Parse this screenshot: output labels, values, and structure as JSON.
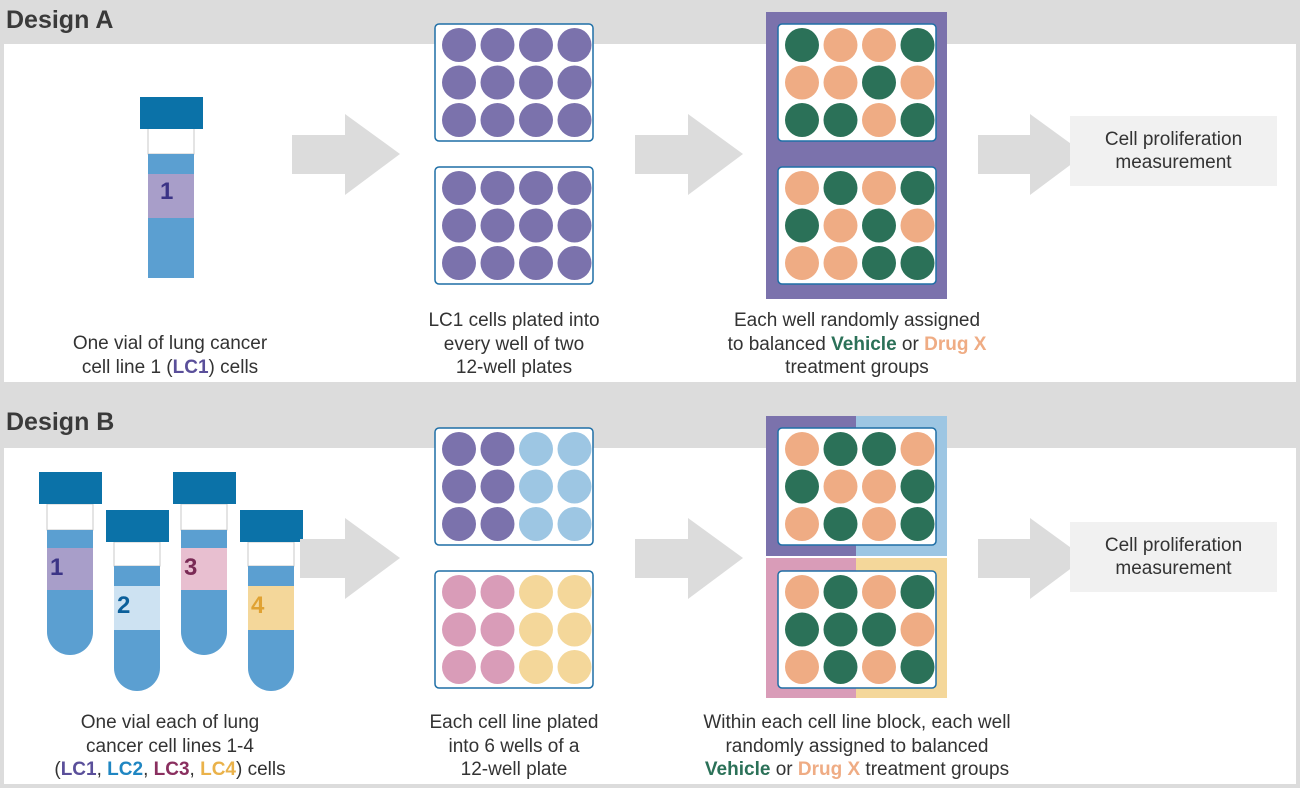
{
  "design_a": {
    "title": "Design A",
    "caption_vial_l1": "One vial of lung cancer",
    "caption_vial_l2_pre": "cell line 1 (",
    "caption_vial_l2_lc": "LC1",
    "caption_vial_l2_post": ") cells",
    "caption_plate": [
      "LC1 cells plated into",
      "every well of two",
      "12-well plates"
    ],
    "caption_assign_l1": "Each well randomly assigned",
    "caption_assign_l2_pre": "to balanced ",
    "caption_assign_vehicle": "Vehicle",
    "caption_assign_or": " or ",
    "caption_assign_drug": "Drug X",
    "caption_assign_l3": "treatment groups",
    "measure_l1": "Cell proliferation",
    "measure_l2": "measurement",
    "tube_number": "1"
  },
  "design_b": {
    "title": "Design B",
    "caption_vials_l1": "One vial each of lung",
    "caption_vials_l2": "cancer cell lines 1-4",
    "caption_vials_l3_open": "(",
    "lc1": "LC1",
    "lc2": "LC2",
    "lc3": "LC3",
    "lc4": "LC4",
    "comma": ", ",
    "caption_vials_l3_close": ") cells",
    "caption_plate": [
      "Each cell line plated",
      "into 6 wells of a",
      "12-well plate"
    ],
    "caption_assign_l1": "Within each cell line block, each well",
    "caption_assign_l2": "randomly assigned to balanced",
    "caption_assign_vehicle": "Vehicle",
    "caption_assign_or": " or ",
    "caption_assign_drug": "Drug X",
    "caption_assign_l3_post": " treatment groups",
    "measure_l1": "Cell proliferation",
    "measure_l2": "measurement",
    "tube_numbers": [
      "1",
      "2",
      "3",
      "4"
    ]
  },
  "colors": {
    "lc1": "#7b72ac",
    "lc2": "#9dc6e3",
    "lc3": "#d99cb8",
    "lc4": "#f4d79a",
    "vehicle": "#2b7158",
    "drug": "#efac84",
    "plate_border": "#1f6fa6",
    "tube_cap": "#0b72a8",
    "tube_body": "#5b9fd1",
    "arrow": "#dcdcdc"
  }
}
